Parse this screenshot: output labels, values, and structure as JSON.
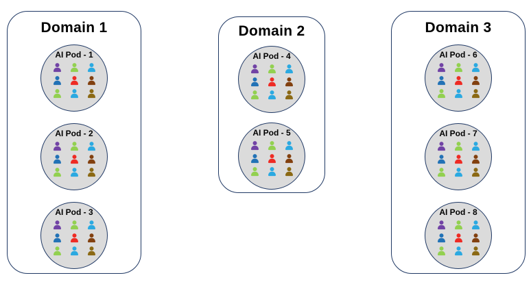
{
  "colors": {
    "background": "#FFFFFF",
    "box_border": "#1F3864",
    "box_fill": "#FFFFFF",
    "pod_fill": "#DBDBDB",
    "pod_border": "#1F3864",
    "title_text": "#000000",
    "label_text": "#000000"
  },
  "icon_colors": {
    "purple": "#7143A5",
    "green": "#92D050",
    "cyan": "#2BA9E1",
    "blue": "#2272B6",
    "red": "#EE2B24",
    "brown": "#82400F",
    "olive": "#8B6914"
  },
  "domains": [
    {
      "title": "Domain 1",
      "pods": [
        {
          "label": "AI Pod - 1",
          "members": [
            "purple",
            "green",
            "cyan",
            "blue",
            "red",
            "brown",
            "green",
            "cyan",
            "olive"
          ]
        },
        {
          "label": "AI Pod - 2",
          "members": [
            "purple",
            "green",
            "cyan",
            "blue",
            "red",
            "brown",
            "green",
            "cyan",
            "olive"
          ]
        },
        {
          "label": "AI Pod - 3",
          "members": [
            "purple",
            "green",
            "cyan",
            "blue",
            "red",
            "brown",
            "green",
            "cyan",
            "olive"
          ]
        }
      ]
    },
    {
      "title": "Domain 2",
      "pods": [
        {
          "label": "AI Pod - 4",
          "members": [
            "purple",
            "green",
            "cyan",
            "blue",
            "red",
            "brown",
            "green",
            "cyan",
            "olive"
          ]
        },
        {
          "label": "AI Pod - 5",
          "members": [
            "purple",
            "green",
            "cyan",
            "blue",
            "red",
            "brown",
            "green",
            "cyan",
            "olive"
          ]
        }
      ]
    },
    {
      "title": "Domain 3",
      "pods": [
        {
          "label": "AI Pod - 6",
          "members": [
            "purple",
            "green",
            "cyan",
            "blue",
            "red",
            "brown",
            "green",
            "cyan",
            "olive"
          ]
        },
        {
          "label": "AI Pod - 7",
          "members": [
            "purple",
            "green",
            "cyan",
            "blue",
            "red",
            "brown",
            "green",
            "cyan",
            "olive"
          ]
        },
        {
          "label": "AI Pod - 8",
          "members": [
            "purple",
            "green",
            "cyan",
            "blue",
            "red",
            "brown",
            "green",
            "cyan",
            "olive"
          ]
        }
      ]
    }
  ]
}
